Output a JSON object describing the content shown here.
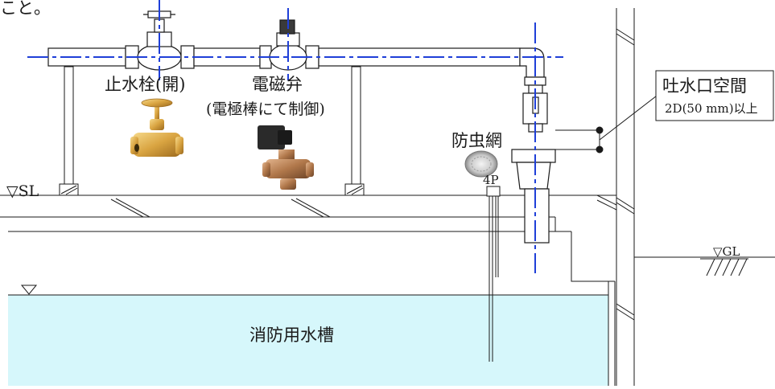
{
  "top_note": "こと。",
  "labels": {
    "stop_valve": "止水栓(開)",
    "solenoid_valve": "電磁弁",
    "solenoid_control": "(電極棒にて制御)",
    "insect_screen": "防虫網",
    "outlet_space_title": "吐水口空間",
    "outlet_space_rule": "2D(50 mm)以上",
    "slab_level": "▽SL",
    "ground_level": "▽GL",
    "water_level_mark": "▽",
    "electrode": "4P",
    "tank": "消防用水槽"
  },
  "colors": {
    "pipe_outline": "#1a1a1a",
    "center_line": "#1f3fd8",
    "tank_water": "#d6f7fb",
    "brass": "#d9a441",
    "bronze": "#b0774a",
    "coil_black": "#2a2a2a"
  }
}
